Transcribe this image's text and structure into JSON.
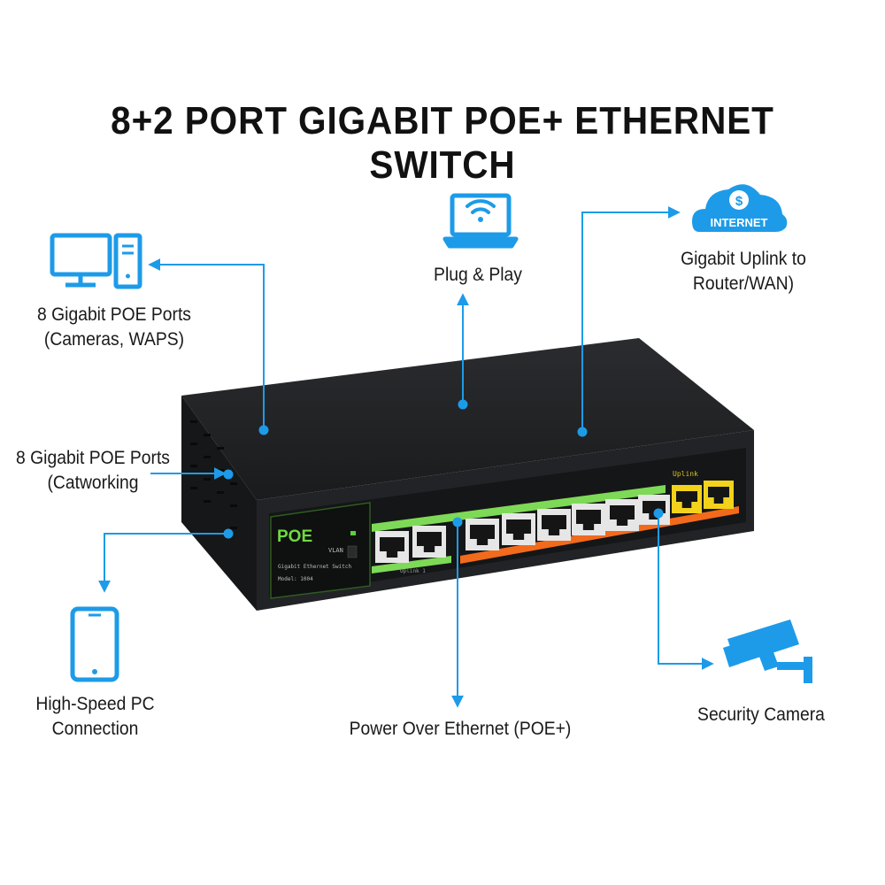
{
  "title": "8+2 PORT GIGABIT POE+ ETHERNET SWITCH",
  "labels": {
    "poe_ports_top": [
      "8 Gigabit POE Ports",
      "(Cameras, WAPS)"
    ],
    "plug_play": "Plug & Play",
    "uplink": [
      "Gigabit Uplink to",
      "Router/WAN)"
    ],
    "poe_ports_side": [
      "8 Gigabit POE Ports",
      "(Catworking"
    ],
    "high_speed": [
      "High-Speed PC",
      "Connection"
    ],
    "poe_plus": "Power Over Ethernet (POE+)",
    "security_camera": "Security Camera"
  },
  "icons": {
    "internet_cloud_text": "INTERNET",
    "cloud_symbol": "$"
  },
  "device": {
    "brand": "POE",
    "uplink_label": "Uplink",
    "panel_text_1": "Gigabit Ethernet Switch",
    "panel_text_2": "Model: 1004",
    "switch_label": "VLAN",
    "port_label": "Uplink 1"
  },
  "colors": {
    "accent": "#1d9be8",
    "green": "#7ed957",
    "orange": "#f26a1b",
    "yellow": "#f2d21b",
    "body": "#1e1f21"
  }
}
